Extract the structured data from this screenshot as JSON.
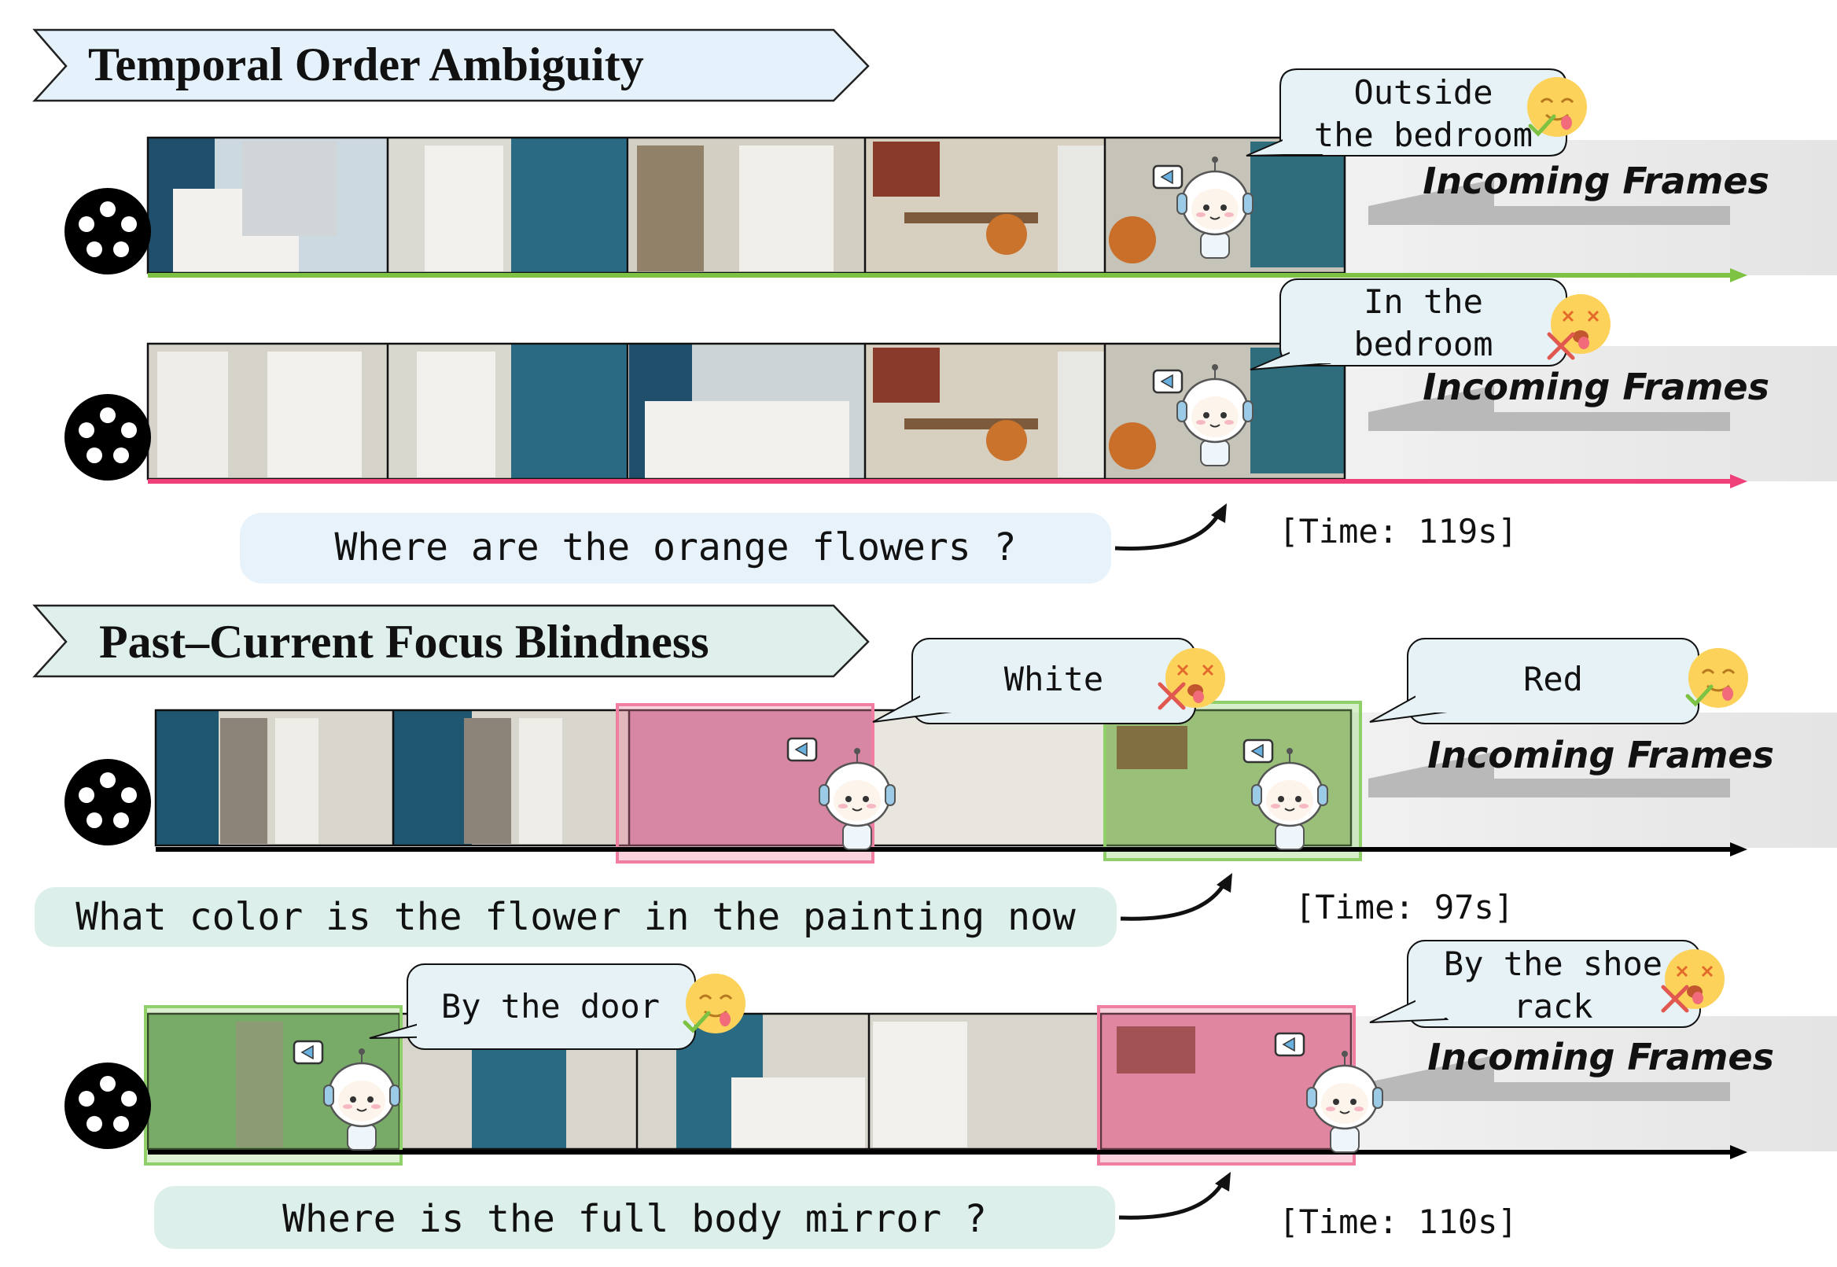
{
  "section_titles": {
    "temporal": "Temporal Order Ambiguity",
    "focus": "Past–Current Focus Blindness"
  },
  "incoming_label": "Incoming Frames",
  "bubbles": {
    "r1_line1": "Outside",
    "r1_line2": "the bedroom",
    "r2_line1": "In the",
    "r2_line2": "bedroom",
    "r3a": "White",
    "r3b": "Red",
    "r4a": "By the door",
    "r4b_line1": "By the shoe",
    "r4b_line2": "rack"
  },
  "questions": {
    "q1": "Where are the orange flowers ?",
    "q2": "What color is the flower in the painting now",
    "q3": "Where is the full body mirror ?"
  },
  "times": {
    "t1": "[Time: 119s]",
    "t2": "[Time: 97s]",
    "t3": "[Time: 110s]"
  },
  "colors": {
    "correct_line": "#7dc242",
    "wrong_line": "#f0407a",
    "neutral_line": "#000000",
    "banner_fill_top": "#e6f2fb",
    "banner_fill_bottom": "#dff0ec",
    "question_fill_top": "#e7f2fb",
    "question_fill_bottom": "#dcefea",
    "bubble_fill": "#e6f2f6",
    "highlight_green": "#8fd06a",
    "highlight_pink": "#f07ea0"
  },
  "icons": [
    "film-reel-icon",
    "robot-icon",
    "happy-emoji-icon",
    "dizzy-emoji-icon",
    "check-mark-icon",
    "cross-mark-icon",
    "arrow-icon"
  ]
}
